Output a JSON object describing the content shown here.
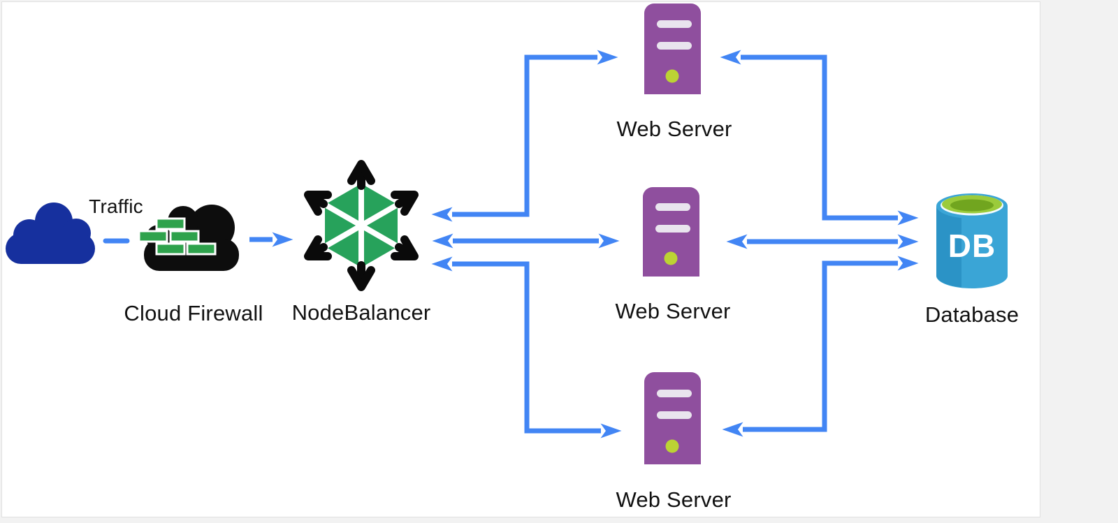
{
  "diagram": {
    "labels": {
      "traffic": "Traffic",
      "cloud_firewall": "Cloud Firewall",
      "nodebalancer": "NodeBalancer",
      "web_server_top": "Web Server",
      "web_server_middle": "Web Server",
      "web_server_bottom": "Web Server",
      "database": "Database",
      "database_icon_text": "DB"
    },
    "colors": {
      "page_background": "#f2f2f2",
      "canvas_background": "#ffffff",
      "arrow_blue": "#4285f4",
      "traffic_cloud_navy": "#16309e",
      "firewall_cloud_black": "#0d0d0d",
      "firewall_brick_green": "#2ea24c",
      "nodebalancer_green": "#27a25b",
      "nodebalancer_arrow_black": "#0a0a0a",
      "server_purple": "#8f4f9e",
      "server_slot_white": "#e9e4ee",
      "server_led_green": "#bcd334",
      "db_body_blue": "#3aa5d6",
      "db_body_blue_dark": "#2b93c6",
      "db_top_green": "#9bcb3b",
      "db_top_green_dark": "#71a51f",
      "label_text": "#111111"
    }
  }
}
